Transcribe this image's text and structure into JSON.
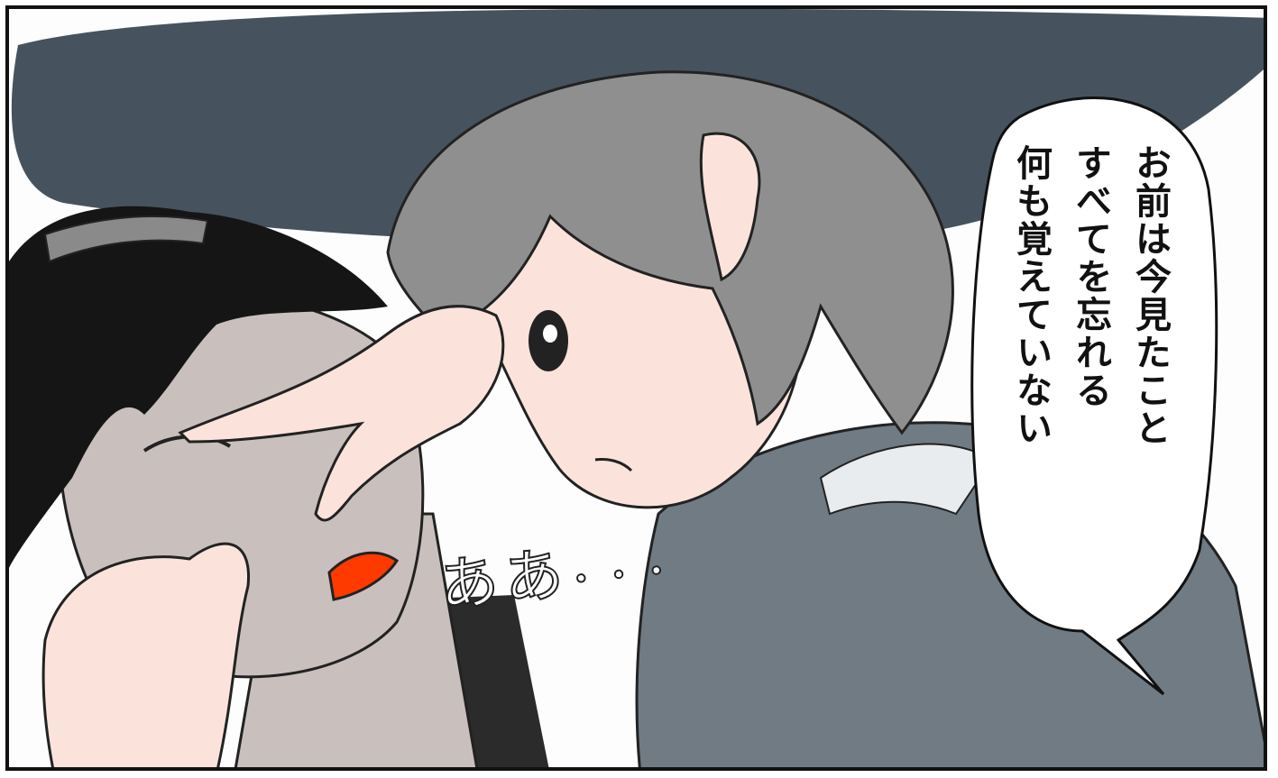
{
  "speech_bubble": {
    "lines": [
      "お前は今見たこと",
      "すべてを忘れる",
      "何も覚えていない"
    ]
  },
  "sound_effect": {
    "text": "ぁぁ",
    "trail": "・・・"
  },
  "colors": {
    "sky_shadow": "#46535e",
    "hair_black": "#151515",
    "hair_gray": "#8f8f8f",
    "skin_light": "#fbe3dc",
    "skin_dark": "#c9bfbc",
    "coat": "#707b84",
    "lips": "#ff3a00",
    "panel_border": "#111111"
  }
}
